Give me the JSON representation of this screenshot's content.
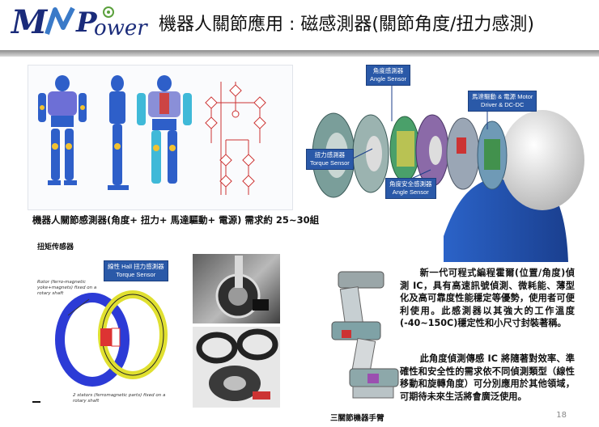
{
  "header": {
    "logo_m": "M",
    "logo_p": "P",
    "logo_rest": "ower",
    "title": "機器人關節應用 : 磁感測器(關節角度/扭力感測)"
  },
  "robot_figure": {
    "caption": "機器人關節感測器(角度+ 扭力+ 馬達驅動+ 電源) 需求約 25~30組"
  },
  "exploded_figure": {
    "callouts": {
      "angle_sensor": [
        "角度感測器",
        "Angle Sensor"
      ],
      "motor_driver": [
        "馬達驅動 & 電源 Motor",
        "Driver & DC-DC"
      ],
      "torque_sensor": [
        "扭力感測器",
        "Torque Sensor"
      ],
      "safety_angle": [
        "角度安全感測器",
        "Angle Sensor"
      ]
    }
  },
  "torque_figure": {
    "label": "扭矩传感器",
    "callout": [
      "線性 Hall 扭力感測器",
      "Torque Sensor"
    ],
    "note_rotor": "Rotor (ferro-magnetic yoke+magnets) fixed on a rotary shaft",
    "note_stators": "2 stators (ferromagnetic parts) fixed on a rotary shaft"
  },
  "arm_figure": {
    "caption": "三關節機器手臂"
  },
  "text": {
    "para1": "新一代可程式編程霍爾(位置/角度)偵測 IC，具有高速訊號偵測、微耗能、薄型化及高可靠度性能穩定等優勢，使用者可便利使用。此感測器以其強大的工作溫度(-40~150C)穩定性和小尺寸封裝著稱。",
    "para2": "此角度偵測傳感 IC 將隨著對效率、準確性和安全性的需求依不同偵測類型（線性移動和旋轉角度）可分別應用於其他領域，可期待未來生活將會廣泛使用。"
  },
  "footer": {
    "page_number": "18"
  },
  "colors": {
    "brand": "#1a2b7a",
    "callout": "#2a59a8",
    "robot_blue": "#2e5fc9"
  }
}
